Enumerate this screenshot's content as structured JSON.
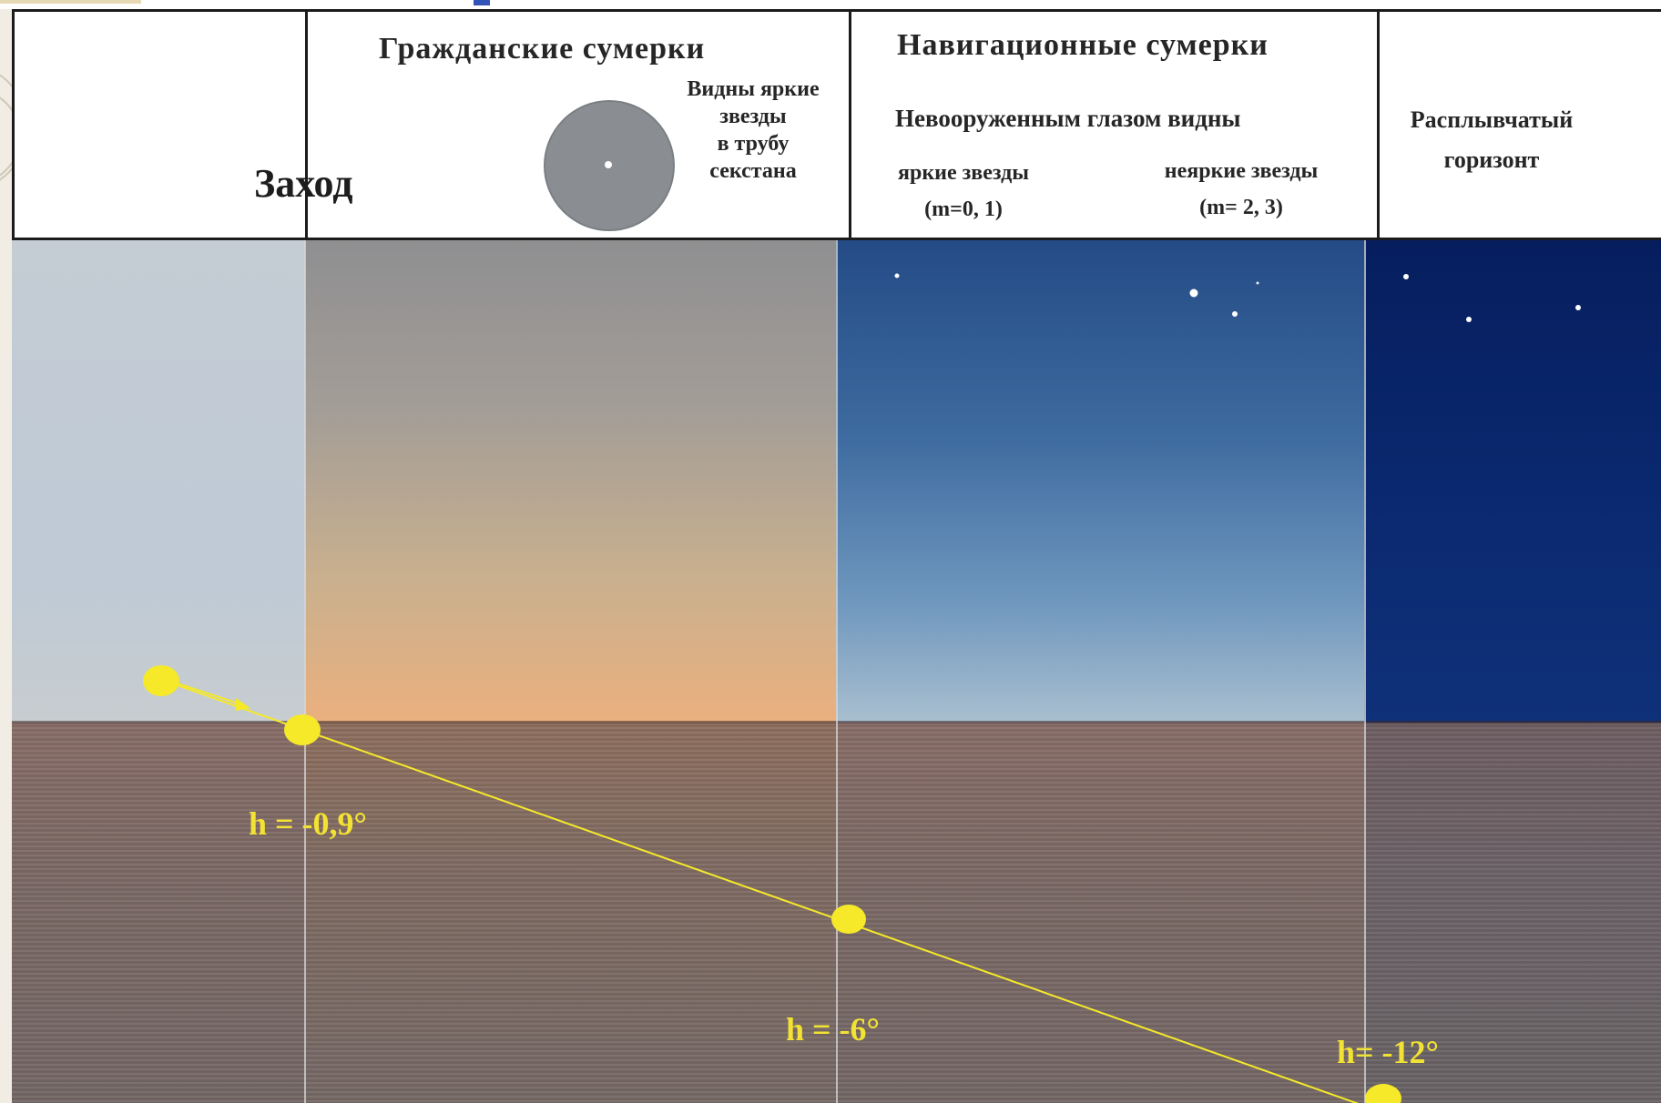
{
  "header": {
    "sunset": "Заход",
    "civil_twilight": "Гражданские сумерки",
    "civil_note": [
      "Видны яркие",
      "звезды",
      "в трубу",
      "секстана"
    ],
    "nautical_twilight": "Навигационные сумерки",
    "naked_eye": "Невооруженным глазом видны",
    "bright_stars": [
      "яркие звезды",
      "(m=0, 1)"
    ],
    "faint_stars": [
      "неяркие звезды",
      "(m= 2, 3)"
    ],
    "blurry_horizon": [
      "Расплывчатый",
      "горизонт"
    ]
  },
  "sun_path": {
    "color": "#f5e92a",
    "labels": {
      "h1": "h = -0,9°",
      "h2": "h = -6°",
      "h3": "h= -12°"
    }
  },
  "colors": {
    "header_bg": "#ffffff",
    "grid_lines": "#1b1b1b",
    "civil_sky": "#ebb07e",
    "nautical_sky": "#3d6a9f",
    "astro_sky": "#0b2a72",
    "sea": "#7c6a66",
    "sun": "#f5e92a"
  }
}
